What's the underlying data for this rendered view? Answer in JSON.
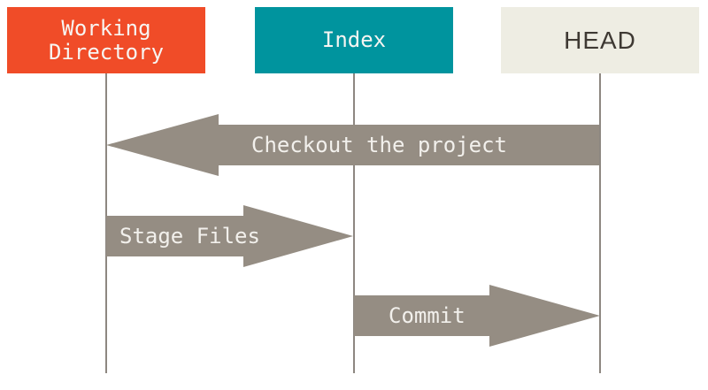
{
  "colors": {
    "working_directory_box": "#F04C28",
    "index_box": "#00949E",
    "head_box": "#EEEDE3",
    "arrow": "#958D83",
    "lifeline": "#8D8781",
    "arrow_text": "#F2F0EC",
    "box_text": "#F7F5F2",
    "head_text": "#3E3933"
  },
  "columns": [
    {
      "id": "working-directory",
      "label": "Working\nDirectory"
    },
    {
      "id": "index",
      "label": "Index"
    },
    {
      "id": "head",
      "label": "HEAD"
    }
  ],
  "arrows": [
    {
      "id": "checkout",
      "label": "Checkout the project",
      "direction": "left",
      "from": "head",
      "to": "working-directory"
    },
    {
      "id": "stage-files",
      "label": "Stage Files",
      "direction": "right",
      "from": "working-directory",
      "to": "index"
    },
    {
      "id": "commit",
      "label": "Commit",
      "direction": "right",
      "from": "index",
      "to": "head"
    }
  ]
}
